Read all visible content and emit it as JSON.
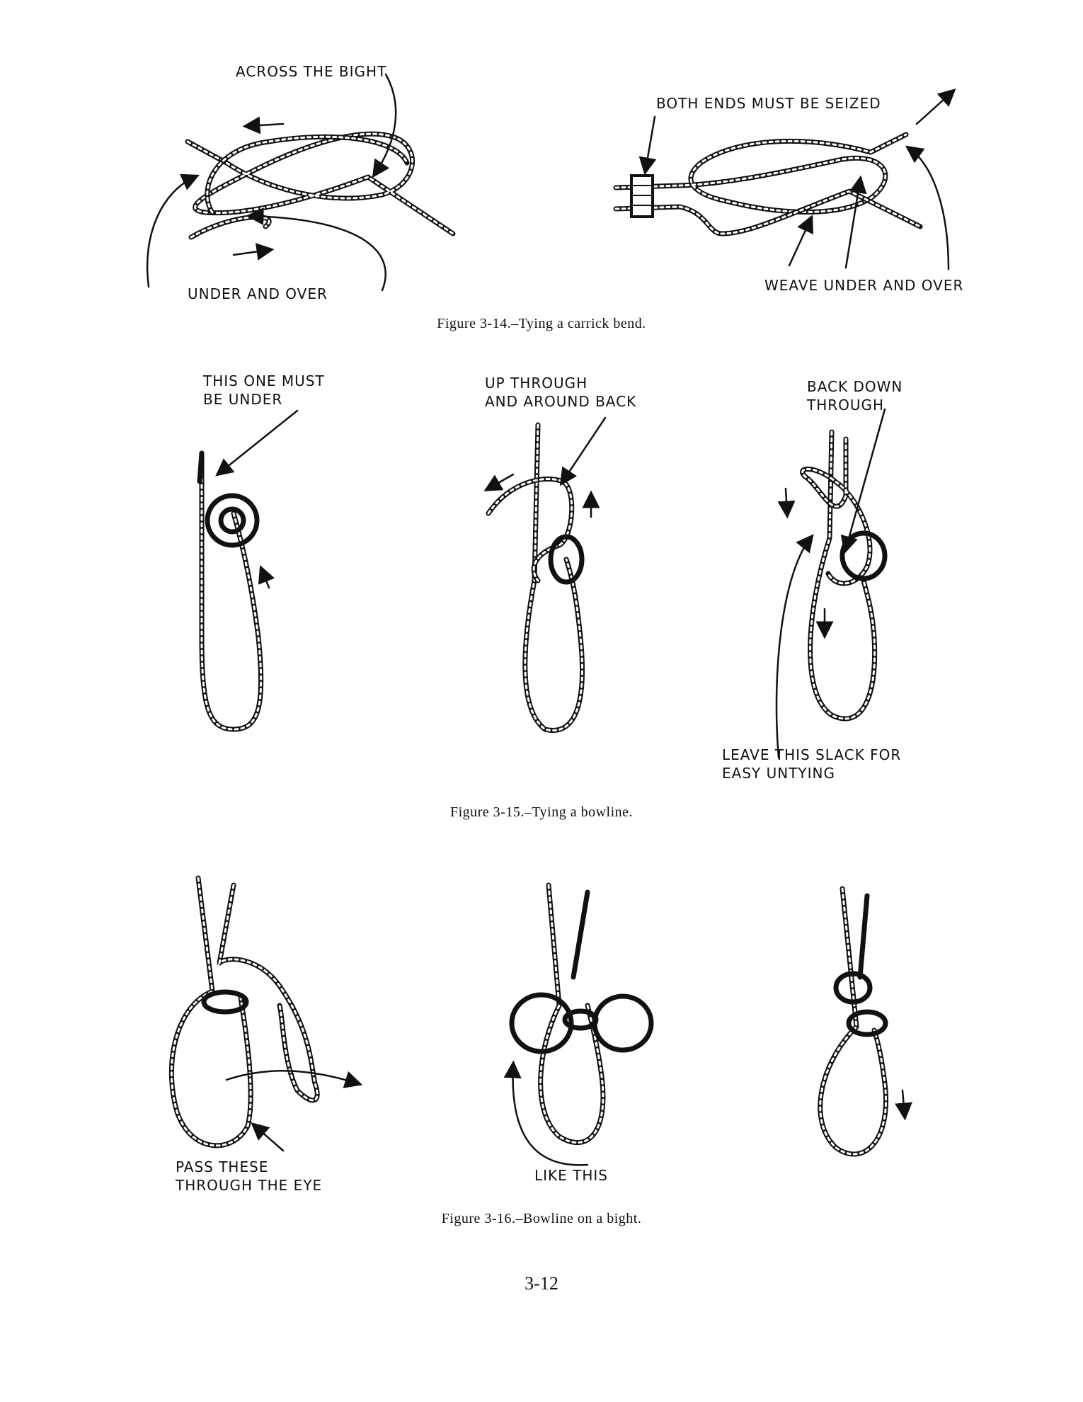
{
  "figure_14": {
    "caption": "Figure 3-14.–Tying a carrick bend.",
    "labels": {
      "across_the_bight": "ACROSS THE BIGHT",
      "under_and_over": "UNDER AND OVER",
      "both_ends_seized": "BOTH ENDS MUST BE SEIZED",
      "weave_under_over": "WEAVE UNDER AND OVER"
    }
  },
  "figure_15": {
    "caption": "Figure 3-15.–Tying a bowline.",
    "labels": {
      "this_one_under": "THIS ONE MUST\nBE UNDER",
      "up_through": "UP THROUGH\nAND AROUND BACK",
      "back_down": "BACK DOWN\nTHROUGH",
      "leave_slack": "LEAVE THIS SLACK FOR\nEASY UNTYING"
    }
  },
  "figure_16": {
    "caption": "Figure 3-16.–Bowline on a bight.",
    "labels": {
      "pass_these": "PASS THESE\nTHROUGH THE EYE",
      "like_this": "LIKE THIS"
    }
  },
  "page_number": "3-12"
}
